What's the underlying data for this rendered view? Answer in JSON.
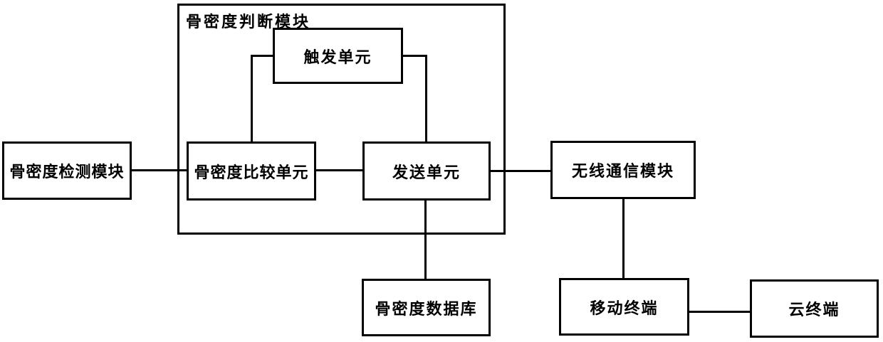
{
  "diagram": {
    "title_note": "",
    "container": {
      "label": "骨密度判断模块"
    },
    "nodes": {
      "trigger_unit": "触发单元",
      "detection_module": "骨密度检测模块",
      "comparison_unit": "骨密度比较单元",
      "sending_unit": "发送单元",
      "wireless_module": "无线通信模块",
      "database": "骨密度数据库",
      "mobile_terminal": "移动终端",
      "cloud_terminal": "云终端"
    },
    "colors": {
      "line": "#000000",
      "background": "#ffffff",
      "text": "#000000"
    }
  }
}
